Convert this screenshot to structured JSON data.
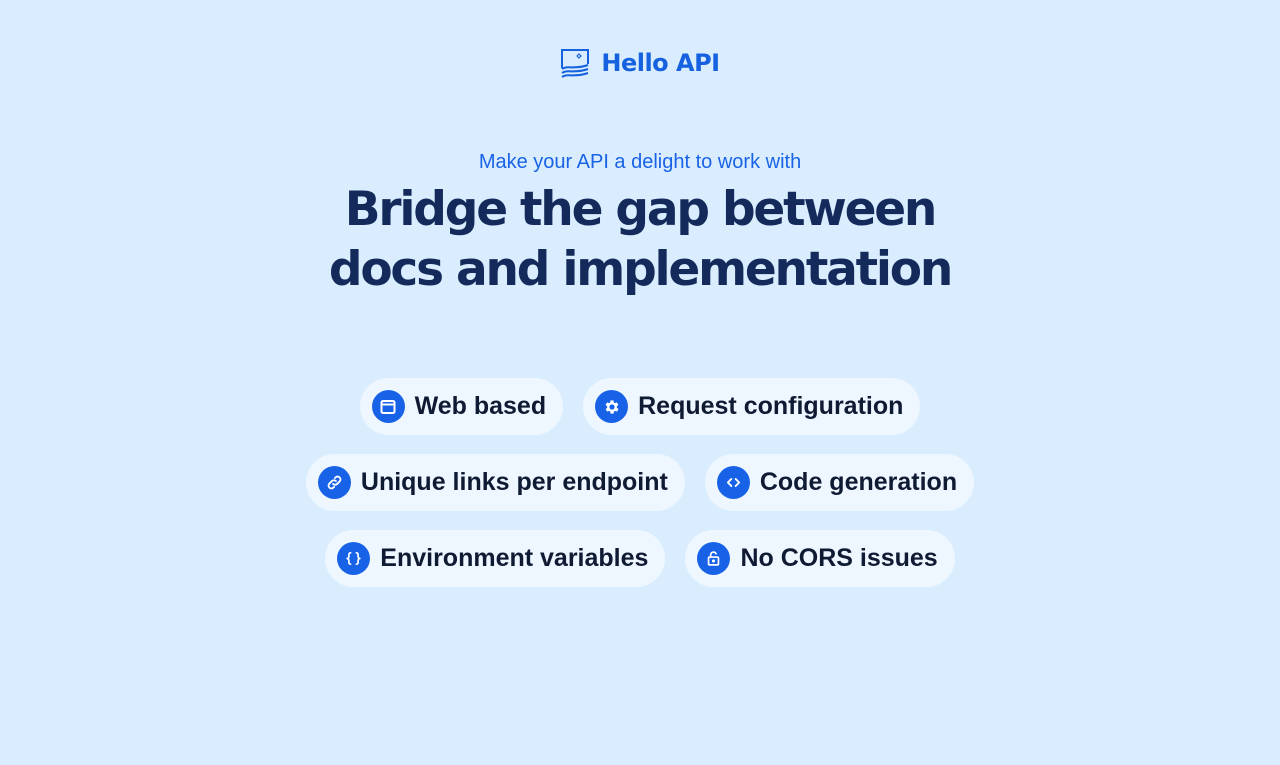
{
  "brand": {
    "name": "Hello API",
    "logo_icon": "window-waves-icon",
    "color": "#1561e0"
  },
  "hero": {
    "eyebrow": "Make your API a delight to work with",
    "headline_line1": "Bridge the gap between",
    "headline_line2": "docs and implementation"
  },
  "features": [
    {
      "label": "Web based",
      "icon": "browser-window-icon"
    },
    {
      "label": "Request configuration",
      "icon": "gear-icon"
    },
    {
      "label": "Unique links per endpoint",
      "icon": "link-icon"
    },
    {
      "label": "Code generation",
      "icon": "code-brackets-icon"
    },
    {
      "label": "Environment variables",
      "icon": "curly-braces-icon"
    },
    {
      "label": "No CORS issues",
      "icon": "unlock-icon"
    }
  ],
  "colors": {
    "background": "#d9edff",
    "pill_background": "#eef7ff",
    "accent": "#1762e6",
    "headline": "#132a5a",
    "pill_text": "#0f1a33"
  }
}
